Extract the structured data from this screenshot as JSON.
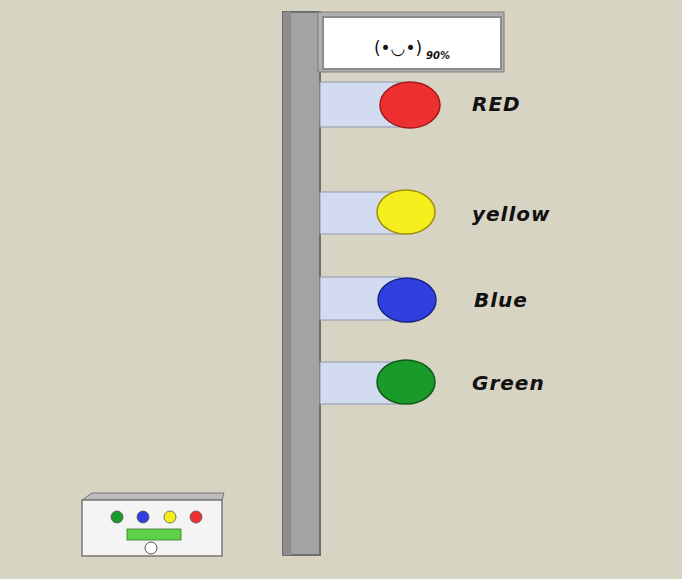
{
  "diagram": {
    "nodes": [
      {
        "text": [
          "(•◡•)",
          "90%"
        ]
      }
    ],
    "labels": [
      "RED",
      "yellow",
      "Blue",
      "Green"
    ]
  }
}
